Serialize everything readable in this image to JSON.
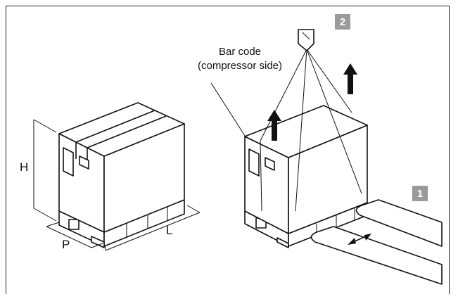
{
  "labels": {
    "height": "H",
    "depth": "P",
    "length": "L",
    "barcode_line1": "Bar code",
    "barcode_line2": "(compressor side)"
  },
  "steps": {
    "forklift": "1",
    "crane": "2"
  }
}
